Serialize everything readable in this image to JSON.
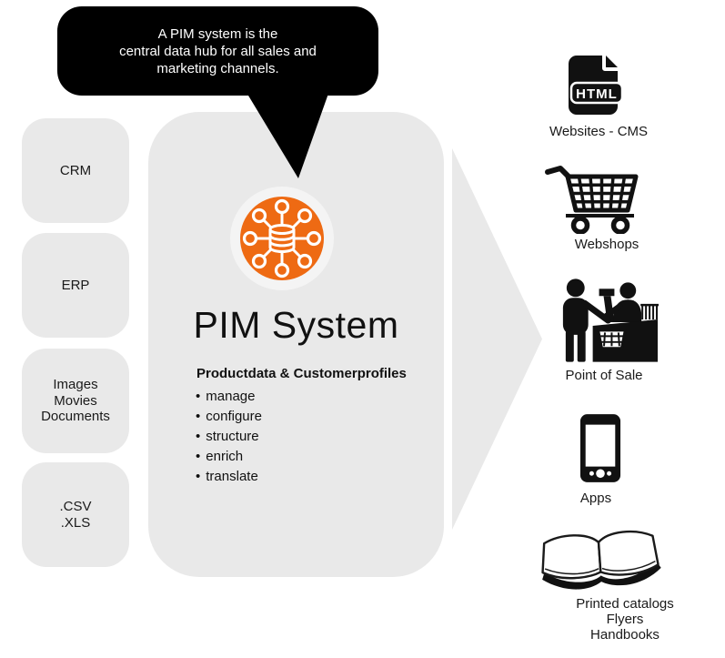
{
  "bubble": {
    "lines": [
      "A PIM system is the",
      "central data hub for all sales and",
      "marketing channels."
    ]
  },
  "sources": [
    {
      "label_lines": [
        "CRM"
      ]
    },
    {
      "label_lines": [
        "ERP"
      ]
    },
    {
      "label_lines": [
        "Images",
        "Movies",
        "Documents"
      ]
    },
    {
      "label_lines": [
        ".CSV",
        ".XLS"
      ]
    }
  ],
  "pim": {
    "title": "PIM System",
    "subtitle": "Productdata & Customerprofiles",
    "bullet_char": "•",
    "bullets": [
      "manage",
      "configure",
      "structure",
      "enrich",
      "translate"
    ],
    "hub_icon": "data-hub-network-icon"
  },
  "channels": [
    {
      "icon": "html-file-icon",
      "badge": "HTML",
      "label_lines": [
        "Websites - CMS"
      ]
    },
    {
      "icon": "shopping-cart-icon",
      "label_lines": [
        "Webshops"
      ]
    },
    {
      "icon": "point-of-sale-icon",
      "label_lines": [
        "Point of Sale"
      ]
    },
    {
      "icon": "smartphone-icon",
      "label_lines": [
        "Apps"
      ]
    },
    {
      "icon": "open-book-icon",
      "label_lines": [
        "Printed catalogs",
        "Flyers",
        "Handbooks"
      ]
    }
  ],
  "colors": {
    "accent_orange": "#ee6a13",
    "panel_gray": "#e9e9e9",
    "halo_gray": "#f4f4f4",
    "bubble_black": "#000000",
    "icon_black": "#111111"
  }
}
